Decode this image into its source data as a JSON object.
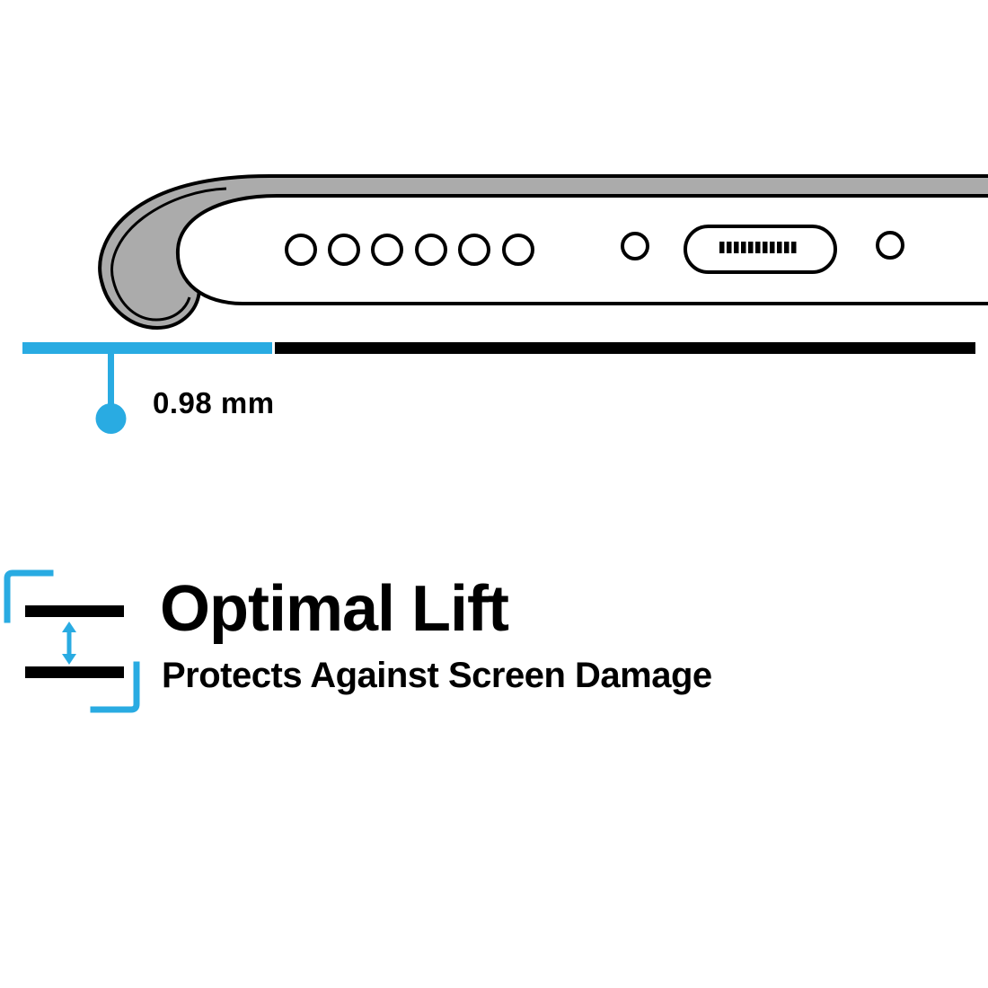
{
  "page": {
    "background": "#FFFFFF"
  },
  "colors": {
    "accent_cyan": "#29ABE2",
    "ink_black": "#000000",
    "case_gray": "#ABABAB",
    "phone_white": "#FFFFFF"
  },
  "measurement": {
    "label": "0.98 mm"
  },
  "feature": {
    "title": "Optimal Lift",
    "subtitle": "Protects Against Screen Damage"
  },
  "illustration": {
    "subject": "phone-bottom-edge-in-case-side-view",
    "speaker_hole_count": 6,
    "elements": [
      "case-shell",
      "phone-body",
      "speaker-holes",
      "charging-port",
      "mic-hole-left",
      "mic-hole-right",
      "lift-gap-line",
      "surface-line",
      "measurement-leader",
      "measurement-dot"
    ]
  },
  "icons": {
    "lift_icon": "double-vertical-arrow-between-two-bars-with-cyan-corner-brackets"
  }
}
